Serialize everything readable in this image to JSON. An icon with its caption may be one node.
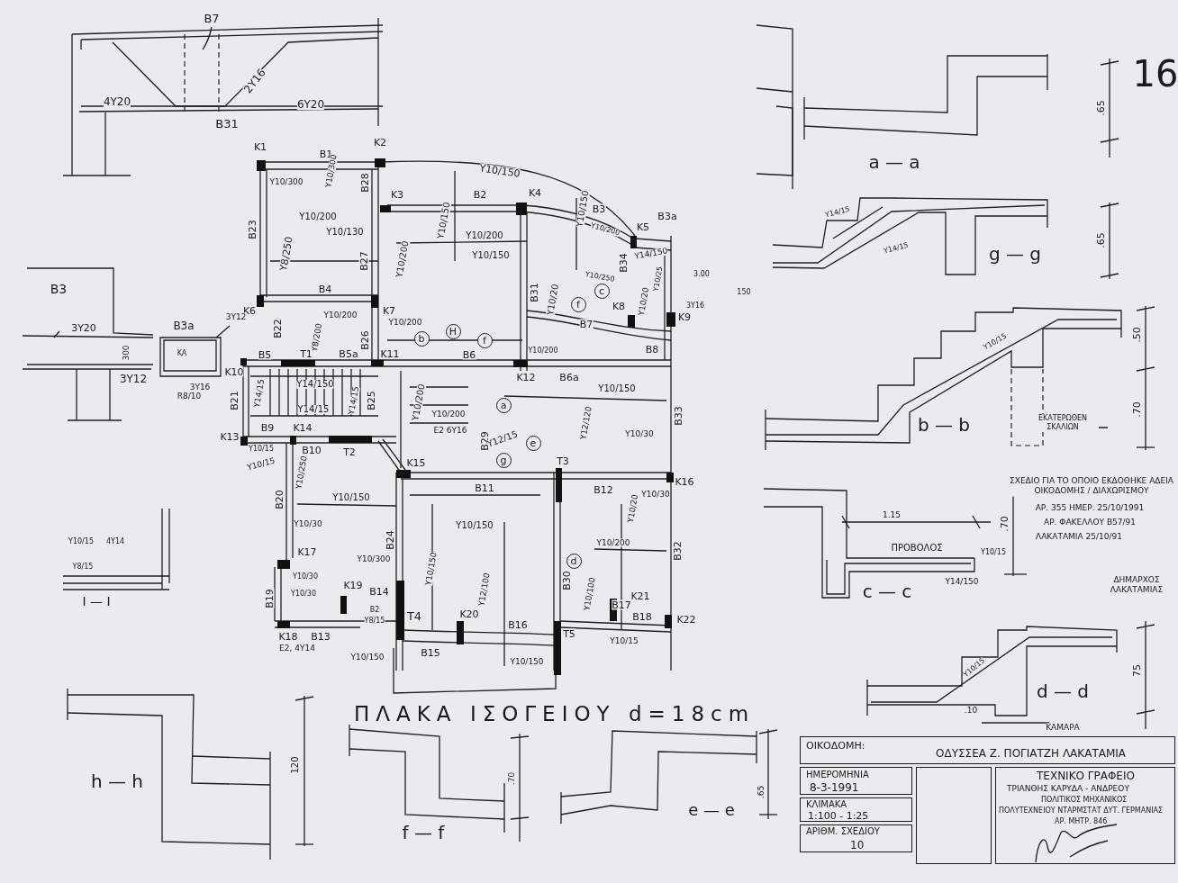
{
  "diagram": {
    "title": "ΠΛΑΚΑ ΙΣΟΓΕΙΟΥ d=18cm",
    "nodes": [
      {
        "text": [
          "c"
        ]
      },
      {
        "text": [
          "f"
        ]
      },
      {
        "text": [
          "H"
        ]
      },
      {
        "text": [
          "b"
        ]
      },
      {
        "text": [
          "f"
        ]
      },
      {
        "text": [
          "a"
        ]
      },
      {
        "text": [
          "e"
        ]
      },
      {
        "text": [
          "g"
        ]
      },
      {
        "text": [
          "d"
        ]
      },
      {
        "text": [
          "ΟΙΚΟΔΟΜΗ:",
          "ΟΔΥΣΣΕΑ Ζ. ΠΟΓΙΑΤΖΗ ΛΑΚΑΤΑΜΙΑ"
        ]
      },
      {
        "text": [
          "ΗΜΕΡΟΜΗΝΙΑ",
          "8-3-1991"
        ]
      },
      {
        "text": [],
        "shape": "box"
      },
      {
        "text": [
          "ΤΕΧΝΙΚΟ ΓΡΑΦΕΙΟ",
          "ΤΡΙΑΝΘΗΣ ΚΑΡΥΔΑ - ΑΝΔΡΕΟΥ",
          "ΠΟΛΙΤΙΚΟΣ ΜΗΧΑΝΙΚΟΣ",
          "ΠΟΛΥΤΕΧΝΕΙΟΥ ΝΤΑΡΜΣΤΑΤ ΔΥΤ. ΓΕΡΜΑΝΙΑΣ",
          "ΑΡ. ΜΗΤΡ. 846"
        ]
      },
      {
        "text": [
          "ΚΛΙΜΑΚΑ",
          "1:100 - 1:25"
        ]
      },
      {
        "text": [
          "ΑΡΙΘΜ. ΣΧΕΔΙΟΥ",
          "10"
        ]
      }
    ],
    "labels": [
      "B7",
      "2Y16",
      "4Y20",
      "6Y20",
      "B31",
      "16",
      "K1",
      "B1",
      "Y10/300",
      "Y10/300",
      "K2",
      "B28",
      "Y10/150",
      "K3",
      "Y10/150",
      "B2",
      "K4",
      "Y10/150",
      "B3",
      "K5",
      "B3a",
      "Y10/200",
      "B23",
      "Y10/200",
      "Y10/130",
      "Y8/250",
      "B27",
      "Y10/200",
      "Y10/200",
      "Y10/150",
      "B34",
      "Y14/150",
      "Y10/25",
      "Y10/250",
      "B31",
      "Y10/20",
      "3.00",
      "3Y16",
      "150",
      "K6",
      "B4",
      "K7",
      "Y10/200",
      "Y10/200",
      "Y8/200",
      "B22",
      "B26",
      "Y10/20",
      "B7",
      "K8",
      "K9",
      "Y10/200",
      "B8",
      "K10",
      "B5",
      "T1",
      "B5a",
      "K11",
      "B6",
      "K12",
      "B6a",
      "B21",
      "Y14/150",
      "Y14/15",
      "Y14/15",
      "Y14/15",
      "B25",
      "Y10/200",
      "Y10/150",
      "B33",
      "Y12/120",
      "Y10/30",
      "Y10/200",
      "E2 6Y16",
      "B29",
      "Y12/15",
      "K13",
      "B9",
      "K14",
      "Y10/15",
      "B10",
      "T2",
      "Y10/15",
      "Y10/250",
      "K15",
      "T3",
      "K16",
      "B11",
      "B12",
      "B20",
      "Y10/150",
      "Y10/30",
      "Y10/30",
      "Y10/150",
      "Y10/200",
      "Y10/20",
      "B24",
      "B32",
      "Y10/300",
      "Y10/150",
      "Y12/100",
      "B30",
      "Y10/100",
      "K17",
      "Y10/30",
      "B19",
      "Y10/30",
      "K19",
      "B14",
      "T4",
      "B17",
      "K21",
      "B18",
      "K22",
      "B2",
      "Y8/15",
      "K20",
      "B16",
      "T5",
      "Y10/15",
      "K18",
      "B13",
      "E2, 4Y14",
      "Y10/150",
      "B15",
      "Y10/150",
      "B3",
      "3Y20",
      "300",
      "3Y12",
      "B3a",
      "3Y12",
      "KA",
      "3Y16",
      "R8/10",
      "Y10/15",
      "4Y14",
      "Y8/15",
      "I — I",
      "a — a",
      ".65",
      "Y14/15",
      "Y14/15",
      "g — g",
      ".65",
      "Y10/15",
      ".50",
      "b — b",
      "ΕΚΑΤΕΡΩΘΕΝ ΣΚΑΛΙΩΝ",
      ".70",
      "1.15",
      ".70",
      "ΠΡΟΒΟΛΟΣ",
      "Y10/15",
      "Y14/150",
      "c — c",
      "ΣΧΕΔΙΟ ΓΙΑ ΤΟ ΟΠΟΙΟ ΕΚΔΟΘΗΚΕ ΑΔΕΙΑ ΟΙΚΟΔΟΜΗΣ / ΔΙΑΧΩΡΙΣΜΟΥ",
      "ΑΡ. 355 ΗΜΕΡ. 25/10/1991",
      "ΑΡ. ΦΑΚΕΛΛΟΥ Β57/91",
      "ΛΑΚΑΤΑΜΙΑ 25/10/91",
      "ΔΗΜΑΡΧΟΣ ΛΑΚΑΤΑΜΙΑΣ",
      "Y10/15",
      "d — d",
      "75",
      ".10",
      "ΚΑΜΑΡΑ",
      "h — h",
      "120",
      "f — f",
      ".70",
      "e — e",
      ".65"
    ]
  }
}
